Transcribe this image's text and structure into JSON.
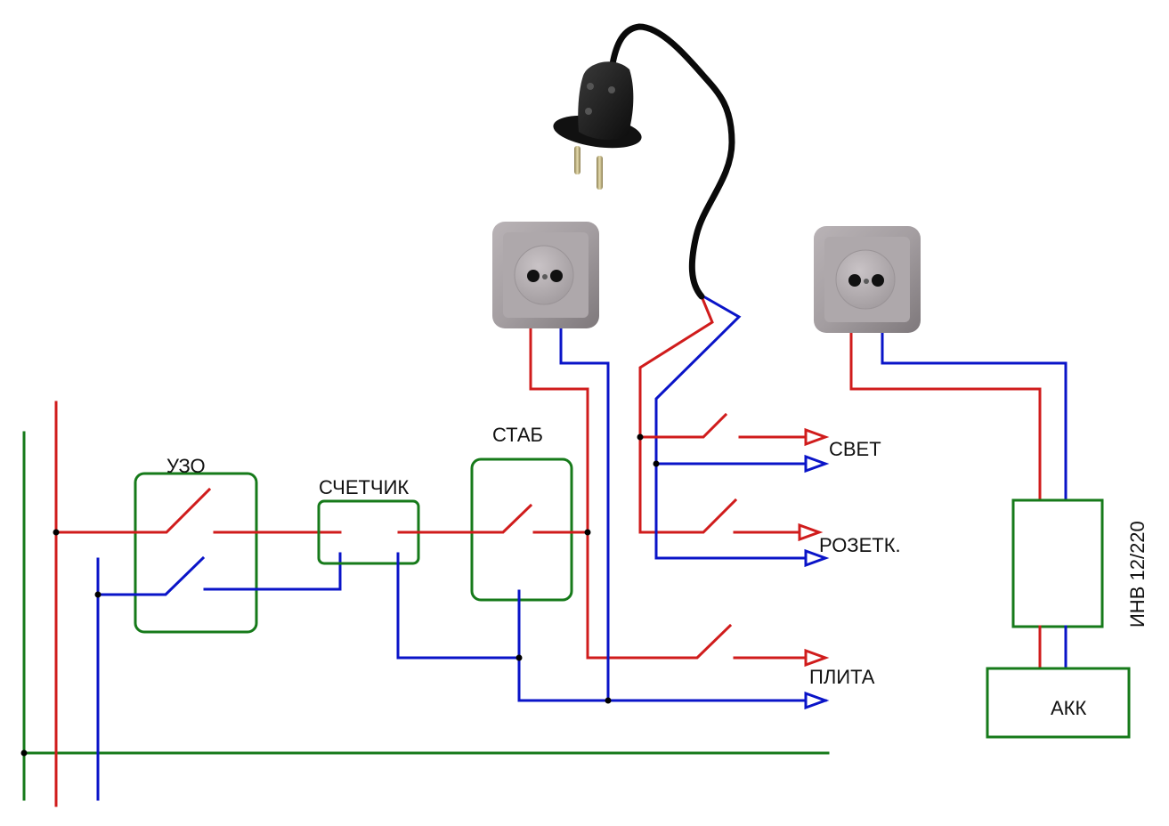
{
  "colors": {
    "phase": "#d01c1c",
    "neutral": "#0a14c8",
    "ground": "#167a1a",
    "junction": "#000000",
    "text": "#111111"
  },
  "labels": {
    "rcd": "УЗО",
    "meter": "СЧЕТЧИК",
    "stabilizer": "СТАБ",
    "light": "СВЕТ",
    "sockets": "РОЗЕТК.",
    "stove": "ПЛИТА",
    "inverter": "ИНВ 12/220",
    "battery": "АКК"
  },
  "devices": {
    "plug": "plug-with-cord",
    "socket_left": "power-socket",
    "socket_right": "power-socket"
  }
}
